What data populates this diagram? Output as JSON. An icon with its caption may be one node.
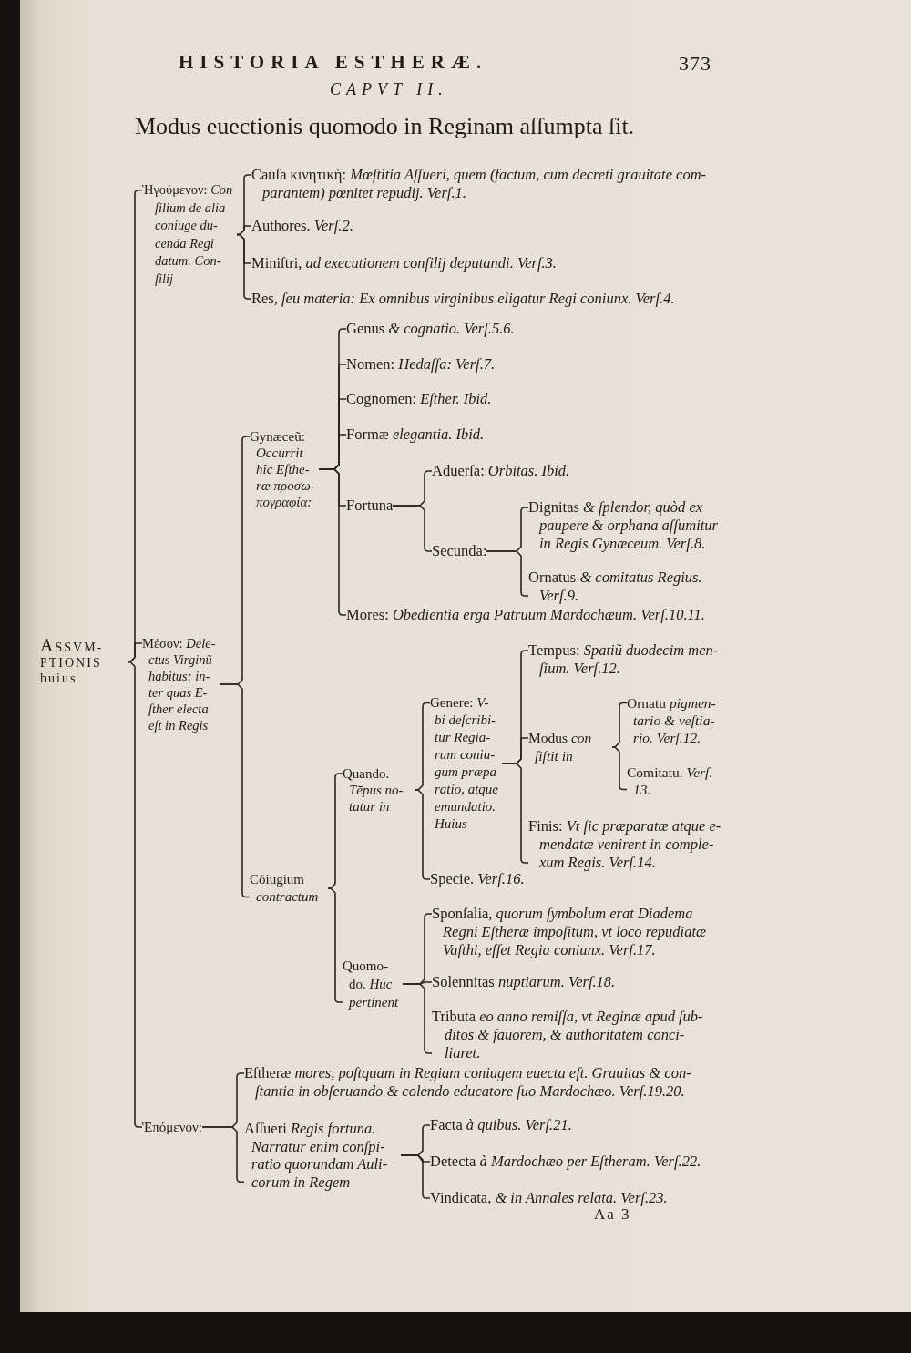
{
  "diagram": {
    "title": "Modus euectionis quomodo in Reginam aſſumpta ſit.",
    "nodes": [
      {
        "text": [
          "ASSVM- PTIONIS huius"
        ]
      },
      {
        "text": [
          "Ἡγούμενον: *Con ſilium de alia coniuge du- cenda Regi datum. Con- ſilij*"
        ]
      },
      {
        "text": [
          "Cauſa κινητική: *Mœſtitia Aſſueri, quem (factum, cum decreti grauitate com- parantem) pœnitet repudij. Verſ.1.*"
        ]
      },
      {
        "text": [
          "Authores. *Verſ.2.*"
        ]
      },
      {
        "text": [
          "Miniſtri, *ad executionem conſilij deputandi. Verſ.3.*"
        ]
      },
      {
        "text": [
          "Res, *ſeu materia: Ex omnibus virginibus eligatur Regi coniunx. Verſ.4.*"
        ]
      },
      {
        "text": [
          "Μέσον: *Dele- ctus Virginũ habitus: in- ter quas E- ſther electa eſt in Regis*"
        ]
      },
      {
        "text": [
          "Gynæceũ: *Occurrit hîc Eſthe- ræ προσω- πογραφία:*"
        ]
      },
      {
        "text": [
          "Genus *& cognatio. Verſ.5.6.*"
        ]
      },
      {
        "text": [
          "Nomen: *Hedaſſa: Verſ.7.*"
        ]
      },
      {
        "text": [
          "Cognomen: *Eſther. Ibid.*"
        ]
      },
      {
        "text": [
          "Formæ *elegantia. Ibid.*"
        ]
      },
      {
        "text": [
          "Fortuna"
        ]
      },
      {
        "text": [
          "Aduerſa: *Orbitas. Ibid.*"
        ]
      },
      {
        "text": [
          "Secunda:"
        ]
      },
      {
        "text": [
          "Dignitas *& ſplendor, quòd ex paupere & orphana aſſumitur in Regis Gynæceum. Verſ.8.*"
        ]
      },
      {
        "text": [
          "Ornatus *& comitatus Regius. Verſ.9.*"
        ]
      },
      {
        "text": [
          "Mores: *Obedientia erga Patruum Mardochæum. Verſ.10.11.*"
        ]
      },
      {
        "text": [
          "Cõiugium *contractum*"
        ]
      },
      {
        "text": [
          "Quando. *Tēpus no- tatur in*"
        ]
      },
      {
        "text": [
          "Genere: *V- bi deſcribi- tur Regia- rum coniu- gum præpa ratio, atque emundatio. Huius*"
        ]
      },
      {
        "text": [
          "Tempus: *Spatiũ duodecim men- ſium. Verſ.12.*"
        ]
      },
      {
        "text": [
          "Modus *con ſiſtit in*"
        ]
      },
      {
        "text": [
          "Ornatu *pigmen- tario & veſtia- rio. Verſ.12.*"
        ]
      },
      {
        "text": [
          "Comitatu. *Verſ. 13.*"
        ]
      },
      {
        "text": [
          "Finis: *Vt ſic præparatæ atque e- mendatæ venirent in comple- xum Regis. Verſ.14.*"
        ]
      },
      {
        "text": [
          "Specie. *Verſ.16.*"
        ]
      },
      {
        "text": [
          "Quomo- do. *Huc pertinent*"
        ]
      },
      {
        "text": [
          "Sponſalia, *quorum ſymbolum erat Diadema Regni Eſtheræ impoſitum, vt loco repudiatæ Vaſthi, eſſet Regia coniunx. Verſ.17.*"
        ]
      },
      {
        "text": [
          "Solennitas *nuptiarum. Verſ.18.*"
        ]
      },
      {
        "text": [
          "Tributa *eo anno remiſſa, vt Reginæ apud ſub- ditos & fauorem, & authoritatem conci- liaret.*"
        ]
      },
      {
        "text": [
          "Ἑπόμενον:"
        ]
      },
      {
        "text": [
          "Eſtheræ *mores, poſtquam in Regiam coniugem euecta eſt. Grauitas & con- ſtantia in obſeruando & colendo educatore ſuo Mardochæo. Verſ.19.20.*"
        ]
      },
      {
        "text": [
          "Aſſueri *Regis fortuna. Narratur enim conſpi- ratio quorundam Auli- corum in Regem*"
        ]
      },
      {
        "text": [
          "Facta *à quibus. Verſ.21.*"
        ]
      },
      {
        "text": [
          "Detecta *à Mardochæo per Eſtheram. Verſ.22.*"
        ]
      },
      {
        "text": [
          "Vindicata, *& in Annales relata. Verſ.23.*"
        ]
      }
    ],
    "edges": [
      {
        "from": 0,
        "to": 1,
        "arrow": "none"
      },
      {
        "from": 0,
        "to": 6,
        "arrow": "none"
      },
      {
        "from": 0,
        "to": 31,
        "arrow": "none"
      },
      {
        "from": 1,
        "to": 2,
        "arrow": "none"
      },
      {
        "from": 1,
        "to": 3,
        "arrow": "none"
      },
      {
        "from": 1,
        "to": 4,
        "arrow": "none"
      },
      {
        "from": 1,
        "to": 5,
        "arrow": "none"
      },
      {
        "from": 6,
        "to": 7,
        "arrow": "none"
      },
      {
        "from": 6,
        "to": 18,
        "arrow": "none"
      },
      {
        "from": 7,
        "to": 8,
        "arrow": "none"
      },
      {
        "from": 7,
        "to": 9,
        "arrow": "none"
      },
      {
        "from": 7,
        "to": 10,
        "arrow": "none"
      },
      {
        "from": 7,
        "to": 11,
        "arrow": "none"
      },
      {
        "from": 7,
        "to": 12,
        "arrow": "none"
      },
      {
        "from": 7,
        "to": 17,
        "arrow": "none"
      },
      {
        "from": 12,
        "to": 13,
        "arrow": "none"
      },
      {
        "from": 12,
        "to": 14,
        "arrow": "none"
      },
      {
        "from": 14,
        "to": 15,
        "arrow": "none"
      },
      {
        "from": 14,
        "to": 16,
        "arrow": "none"
      },
      {
        "from": 18,
        "to": 19,
        "arrow": "none"
      },
      {
        "from": 18,
        "to": 27,
        "arrow": "none"
      },
      {
        "from": 19,
        "to": 20,
        "arrow": "none"
      },
      {
        "from": 19,
        "to": 26,
        "arrow": "none"
      },
      {
        "from": 20,
        "to": 21,
        "arrow": "none"
      },
      {
        "from": 20,
        "to": 22,
        "arrow": "none"
      },
      {
        "from": 20,
        "to": 25,
        "arrow": "none"
      },
      {
        "from": 22,
        "to": 23,
        "arrow": "none"
      },
      {
        "from": 22,
        "to": 24,
        "arrow": "none"
      },
      {
        "from": 27,
        "to": 28,
        "arrow": "none"
      },
      {
        "from": 27,
        "to": 29,
        "arrow": "none"
      },
      {
        "from": 27,
        "to": 30,
        "arrow": "none"
      },
      {
        "from": 31,
        "to": 32,
        "arrow": "none"
      },
      {
        "from": 31,
        "to": 33,
        "arrow": "none"
      },
      {
        "from": 33,
        "to": 34,
        "arrow": "none"
      },
      {
        "from": 33,
        "to": 35,
        "arrow": "none"
      },
      {
        "from": 33,
        "to": 36,
        "arrow": "none"
      }
    ],
    "labels": [
      "HISTORIA ESTHERÆ.",
      "373",
      "CAPVT II.",
      "Aa 3"
    ]
  }
}
